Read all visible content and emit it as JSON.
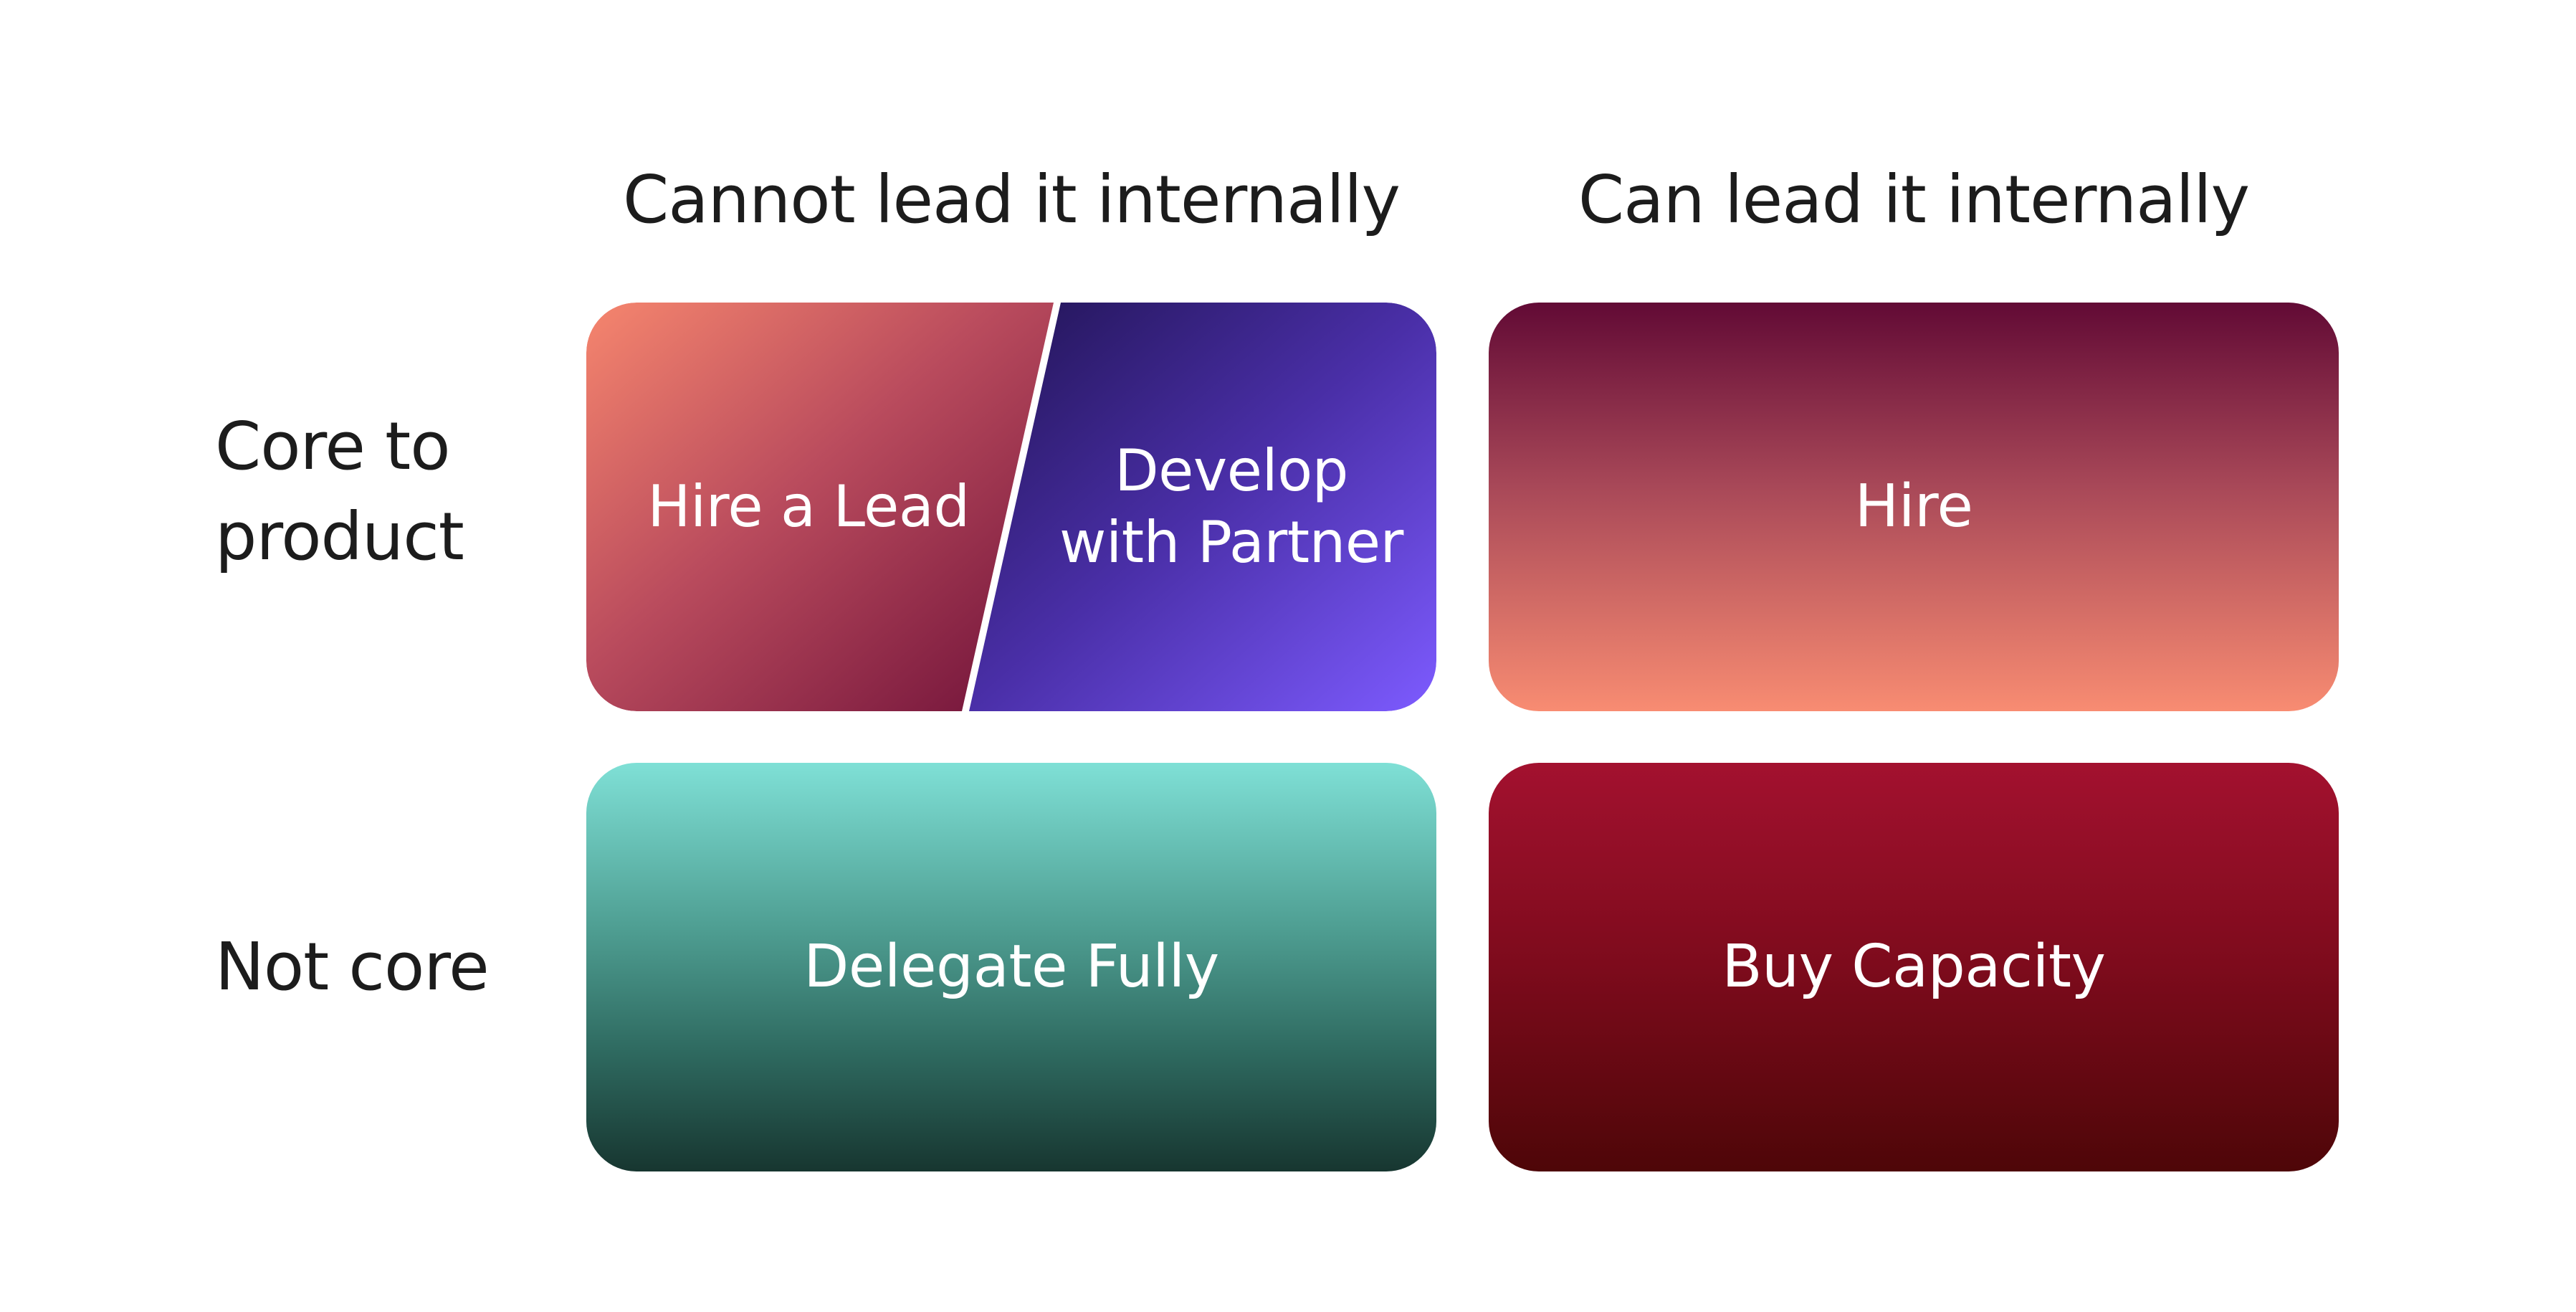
{
  "columns": {
    "cannot_lead": "Cannot lead it internally",
    "can_lead": "Can lead it internally"
  },
  "rows": {
    "core": "Core to\nproduct",
    "not_core": "Not core"
  },
  "cells": {
    "core_cannot_left": "Hire a Lead",
    "core_cannot_right": "Develop\nwith Partner",
    "core_can": "Hire",
    "notcore_cannot": "Delegate Fully",
    "notcore_can": "Buy Capacity"
  },
  "colors": {
    "hire_a_lead": [
      "#f6866e",
      "#7c1c44"
    ],
    "develop_with_partner": [
      "#2a1a5e",
      "#7d5bff"
    ],
    "hire": [
      "#620a35",
      "#f88c72"
    ],
    "delegate_fully": [
      "#7fe0d6",
      "#173630"
    ],
    "buy_capacity": [
      "#a3112f",
      "#4e0608"
    ]
  }
}
